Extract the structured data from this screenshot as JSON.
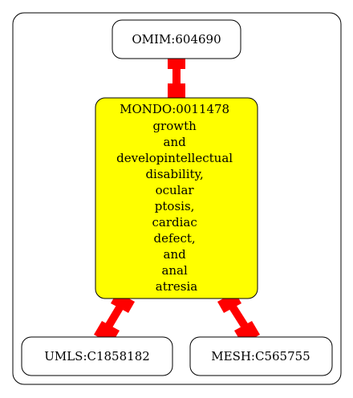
{
  "nodes": {
    "omim": {
      "label": "OMIM:604690",
      "fill": "#ffffff"
    },
    "mondo": {
      "label_lines": [
        "MONDO:0011478",
        "growth",
        "and",
        "developintellectual",
        "disability,",
        "ocular",
        "ptosis,",
        "cardiac",
        "defect,",
        "and",
        "anal",
        "atresia"
      ],
      "fill": "#ffff00"
    },
    "umls": {
      "label": "UMLS:C1858182",
      "fill": "#ffffff"
    },
    "mesh": {
      "label": "MESH:C565755",
      "fill": "#ffffff"
    }
  },
  "edges": [
    {
      "from": "omim",
      "to": "mondo",
      "color": "#ff0000"
    },
    {
      "from": "mondo",
      "to": "umls",
      "color": "#ff0000"
    },
    {
      "from": "mondo",
      "to": "mesh",
      "color": "#ff0000"
    }
  ]
}
